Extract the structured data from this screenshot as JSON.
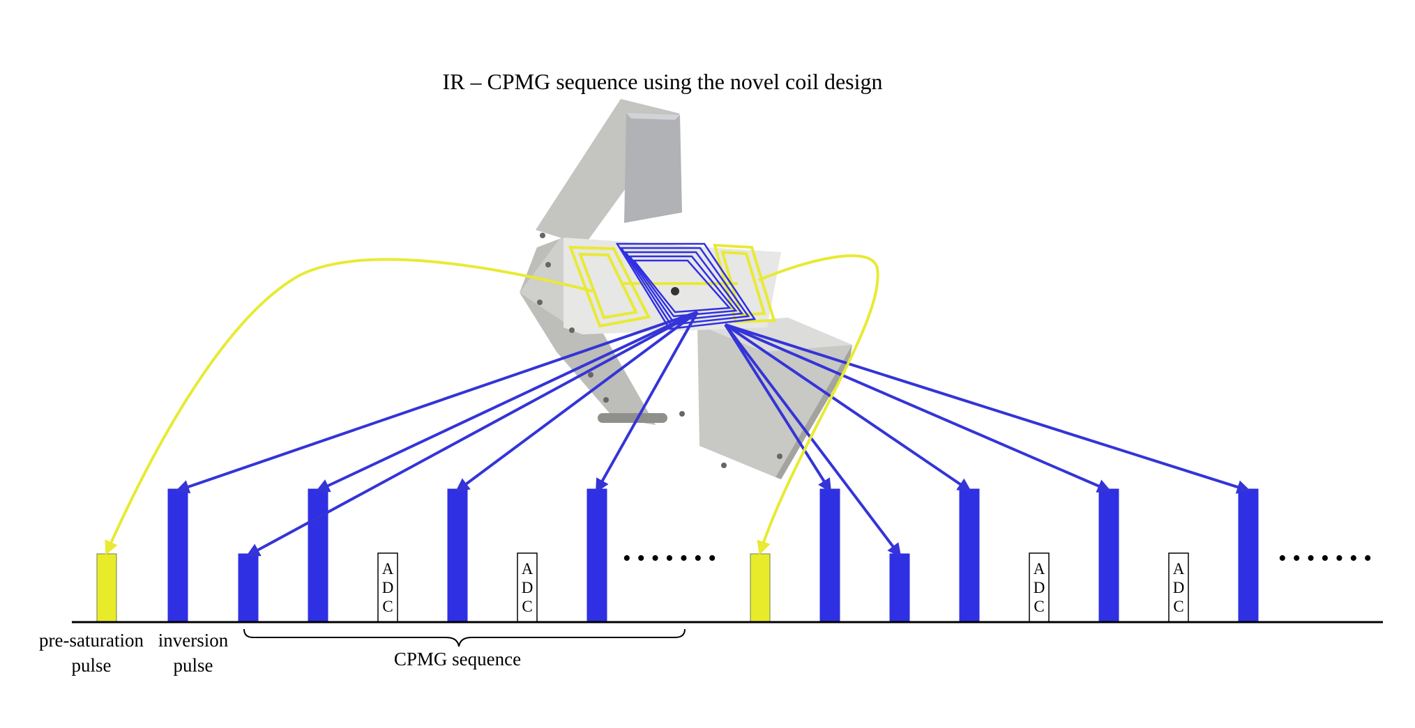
{
  "title": "IR – CPMG sequence using the novel coil design",
  "colors": {
    "yellow_pulse": "#e8eb2a",
    "blue_pulse": "#2f2fe3",
    "yellow_arrow": "#e8ea33",
    "blue_arrow": "#3434d8",
    "device_body": "#c9c9c6",
    "device_dark": "#a9a9a5",
    "device_light": "#ececec",
    "baseline": "#000000"
  },
  "labels": {
    "presat_line1": "pre-saturation",
    "presat_line2": "pulse",
    "inversion_line1": "inversion",
    "inversion_line2": "pulse",
    "cpmg": "CPMG sequence",
    "ellipsis": "• • • • • • •"
  },
  "adc_letters": [
    "A",
    "D",
    "C"
  ],
  "sequence": [
    {
      "kind": "presaturation",
      "height": "short",
      "color": "yellow"
    },
    {
      "kind": "inversion",
      "height": "tall",
      "color": "blue"
    },
    {
      "kind": "excitation",
      "height": "short",
      "color": "blue"
    },
    {
      "kind": "refocusing",
      "height": "tall",
      "color": "blue"
    },
    {
      "kind": "adc"
    },
    {
      "kind": "refocusing",
      "height": "tall",
      "color": "blue"
    },
    {
      "kind": "adc"
    },
    {
      "kind": "refocusing",
      "height": "tall",
      "color": "blue"
    },
    {
      "kind": "continuation"
    },
    {
      "kind": "presaturation",
      "height": "short",
      "color": "yellow"
    },
    {
      "kind": "inversion",
      "height": "tall",
      "color": "blue"
    },
    {
      "kind": "excitation",
      "height": "short",
      "color": "blue"
    },
    {
      "kind": "refocusing",
      "height": "tall",
      "color": "blue"
    },
    {
      "kind": "adc"
    },
    {
      "kind": "refocusing",
      "height": "tall",
      "color": "blue"
    },
    {
      "kind": "adc"
    },
    {
      "kind": "refocusing",
      "height": "tall",
      "color": "blue"
    },
    {
      "kind": "continuation"
    }
  ]
}
